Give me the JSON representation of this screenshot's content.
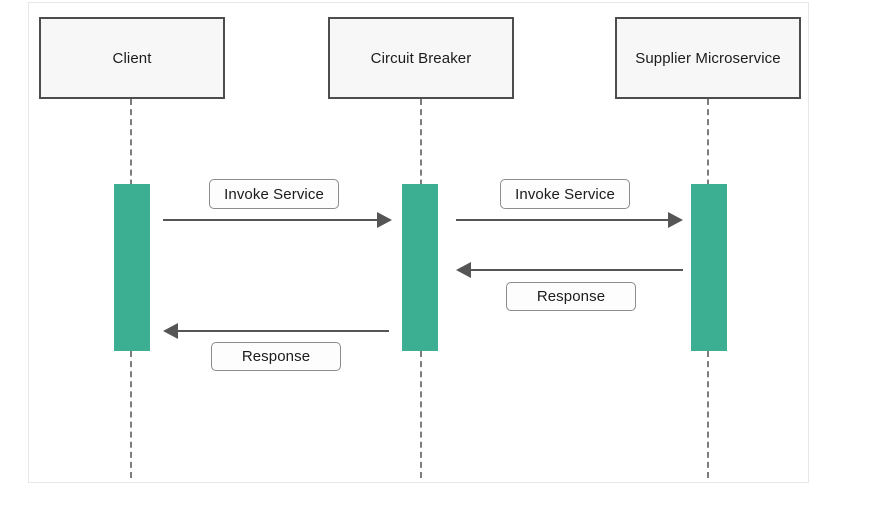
{
  "diagram_type": "sequence-diagram",
  "actors": [
    {
      "label": "Client"
    },
    {
      "label": "Circuit Breaker"
    },
    {
      "label": "Supplier Microservice"
    }
  ],
  "messages": [
    {
      "label": "Invoke Service",
      "from": "Client",
      "to": "Circuit Breaker",
      "direction": "right"
    },
    {
      "label": "Invoke Service",
      "from": "Circuit Breaker",
      "to": "Supplier Microservice",
      "direction": "right"
    },
    {
      "label": "Response",
      "from": "Supplier Microservice",
      "to": "Circuit Breaker",
      "direction": "left"
    },
    {
      "label": "Response",
      "from": "Circuit Breaker",
      "to": "Client",
      "direction": "left"
    }
  ],
  "colors": {
    "activation_bar": "#3caf93",
    "arrow": "#555555",
    "lifeline": "#7d7d7d",
    "actor_border": "#4d4d4d",
    "actor_fill": "#f7f7f7",
    "label_border": "#8c8c8c",
    "label_fill": "#fdfdfd",
    "panel_border": "#e7e7e7",
    "text": "#1c1c1c"
  }
}
